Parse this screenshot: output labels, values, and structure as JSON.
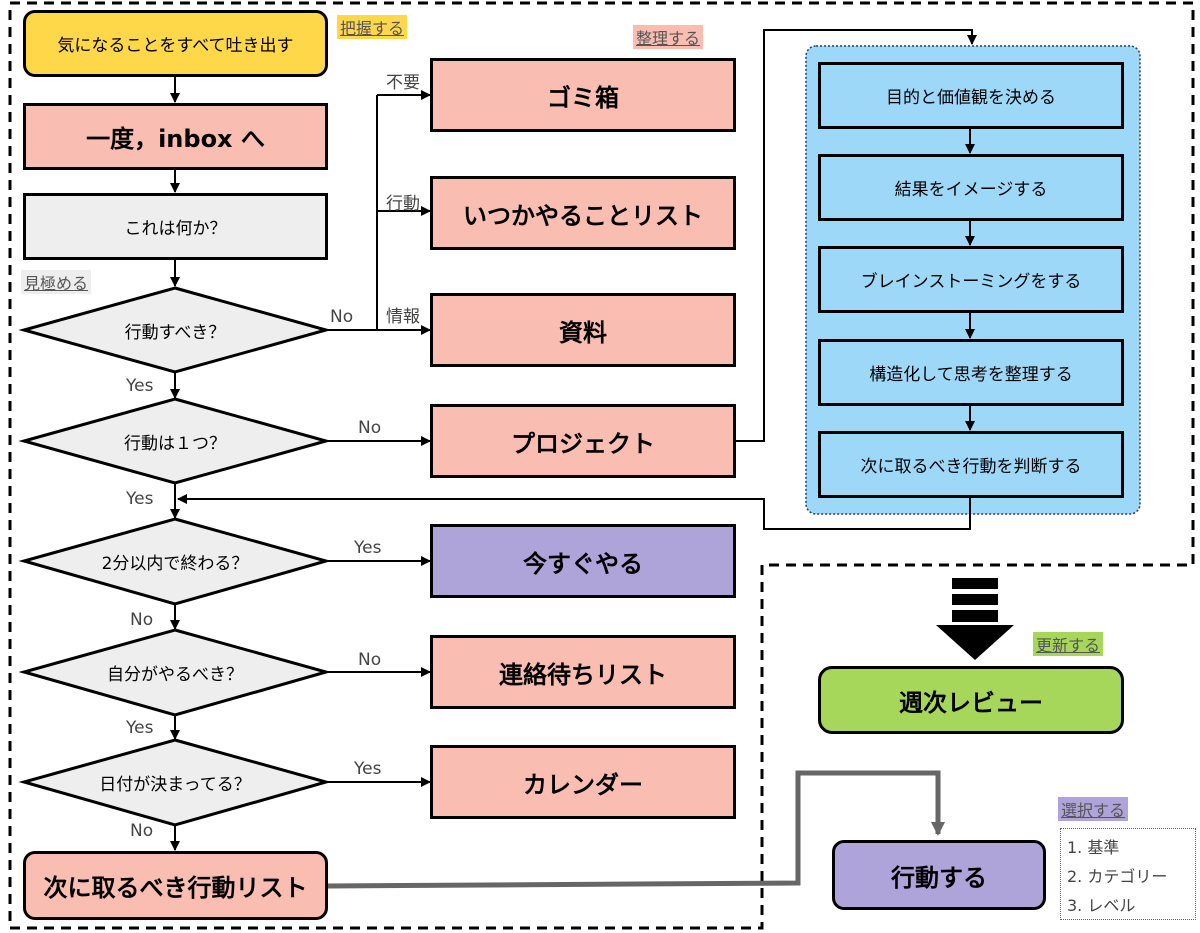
{
  "tags": {
    "grasp": "把握する",
    "organize": "整理する",
    "identify": "見極める",
    "update": "更新する",
    "select": "選択する"
  },
  "steps": {
    "capture": "気になることをすべて吐き出す",
    "inbox": "一度，inbox へ",
    "what_is_it": "これは何か？",
    "next_action_list": "次に取るべき行動リスト",
    "weekly_review": "週次レビュー",
    "act": "行動する"
  },
  "decisions": {
    "actionable": "行動すべき？",
    "single_action": "行動は１つ？",
    "two_minutes": "2分以内で終わる？",
    "do_myself": "自分がやるべき？",
    "date_fixed": "日付が決まってる？"
  },
  "outcomes": {
    "trash": "ゴミ箱",
    "someday": "いつかやることリスト",
    "reference": "資料",
    "project": "プロジェクト",
    "do_now": "今すぐやる",
    "waiting": "連絡待ちリスト",
    "calendar": "カレンダー"
  },
  "branch_labels": {
    "unneeded": "不要",
    "action": "行動",
    "info": "情報",
    "no": "No",
    "yes": "Yes"
  },
  "project_planning": [
    "目的と価値観を決める",
    "結果をイメージする",
    "ブレインストーミングをする",
    "構造化して思考を整理する",
    "次に取るべき行動を判断する"
  ],
  "criteria": [
    "1. 基準",
    "2. カテゴリー",
    "3. レベル"
  ],
  "colors": {
    "capture": "#FFD84A",
    "outcome": "#F9BDB1",
    "do_now": "#AFA4DA",
    "decision": "#EEEEEE",
    "planning": "#9ED8F8",
    "review": "#A6D65A",
    "act_line": "#666666"
  }
}
